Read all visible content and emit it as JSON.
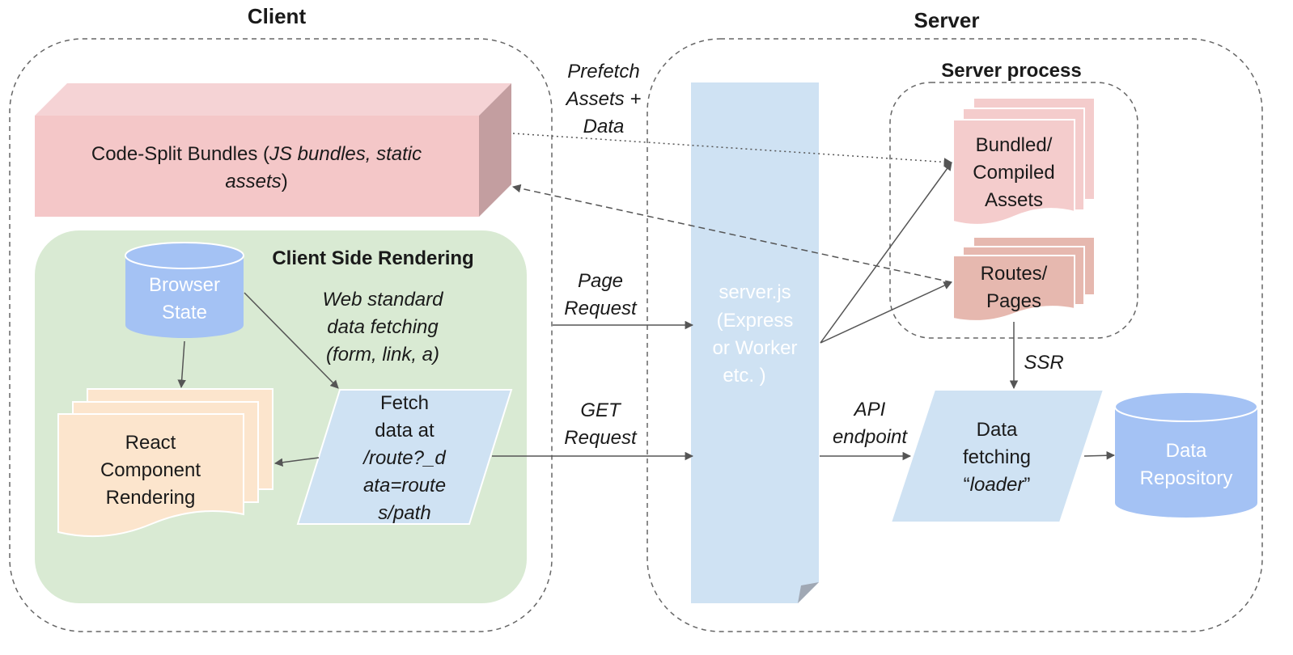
{
  "client": {
    "title": "Client",
    "bundles": {
      "plain1": "Code-Split Bundles (",
      "italic1": "JS bundles, static",
      "italic2": "assets",
      "plain2": ")"
    },
    "csr_title": "Client Side Rendering",
    "browser_state": [
      "Browser",
      "State"
    ],
    "web_standard": [
      "Web standard",
      "data fetching",
      "(form, link, a)"
    ],
    "react": [
      "React",
      "Component",
      "Rendering"
    ],
    "fetch": {
      "line1": "Fetch",
      "line2": "data at",
      "italic_lines": [
        "/route?_d",
        "ata=route",
        "s/path"
      ]
    }
  },
  "edges": {
    "prefetch": [
      "Prefetch",
      "Assets +",
      "Data"
    ],
    "page_request": [
      "Page",
      "Request"
    ],
    "get_request": [
      "GET",
      "Request"
    ],
    "api_endpoint": [
      "API",
      "endpoint"
    ],
    "ssr": "SSR"
  },
  "server": {
    "title": "Server",
    "server_js": [
      "server.js",
      "(Express",
      "or Worker",
      "etc. )"
    ],
    "process_title": "Server process",
    "bundled": [
      "Bundled/",
      "Compiled",
      "Assets"
    ],
    "routes": [
      "Routes/",
      "Pages"
    ],
    "data_fetching": {
      "line1": "Data",
      "line2": "fetching",
      "quote_open": "“",
      "italic": "loader",
      "quote_close": "”"
    },
    "repository": [
      "Data",
      "Repository"
    ]
  },
  "colors": {
    "bundle_front": "#f4c7c8",
    "bundle_top": "#f5d3d5",
    "bundle_side": "#c39ea0",
    "csr_bg": "#d9ead3",
    "cylinder": "#a4c2f4",
    "react_doc": "#fce5cd",
    "fetch_para": "#cfe2f3",
    "server_js": "#cfe2f3",
    "bundled_doc": "#f4cccc",
    "routes_doc": "#e6b8af",
    "arrow": "#555555",
    "dash": "#666666"
  }
}
